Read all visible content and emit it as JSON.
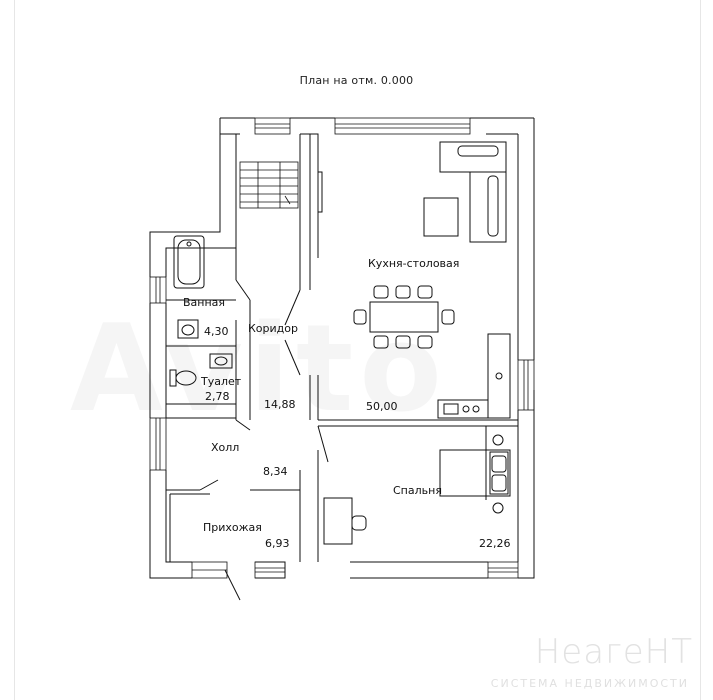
{
  "plan": {
    "title": "План на отм. 0.000"
  },
  "rooms": {
    "kitchen": {
      "name": "Кухня-столовая",
      "area": "50,00"
    },
    "bath": {
      "name": "Ванная",
      "area": "4,30"
    },
    "corridor": {
      "name": "Коридор",
      "area": "14,88"
    },
    "toilet": {
      "name": "Туалет",
      "area": "2,78"
    },
    "hall": {
      "name": "Холл",
      "area": "8,34"
    },
    "bedroom": {
      "name": "Спальня",
      "area": "22,26"
    },
    "entry": {
      "name": "Прихожая",
      "area": "6,93"
    }
  },
  "watermark": {
    "brand": "НеагеНТ",
    "sub": "СИСТЕМА НЕДВИЖИМОСТИ",
    "avito": "Avito"
  }
}
